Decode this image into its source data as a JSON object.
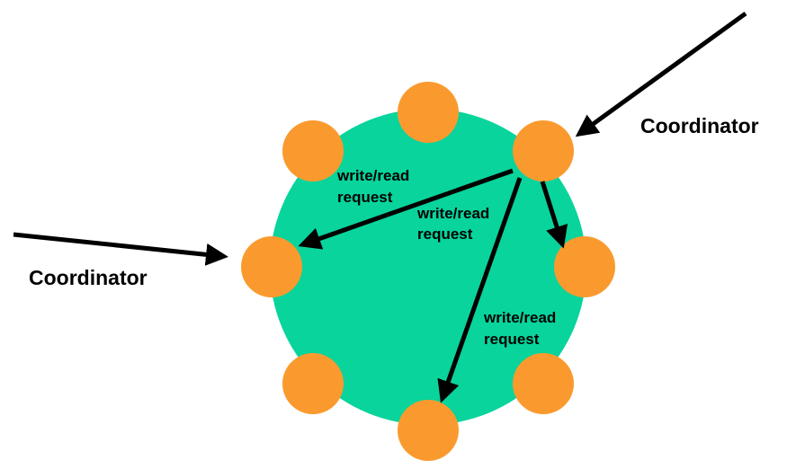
{
  "colors": {
    "ring": "#08D49C",
    "node": "#FA9A2E",
    "arrow": "#000000",
    "text": "#000000"
  },
  "labels": {
    "coordinator_right": "Coordinator",
    "coordinator_left": "Coordinator",
    "request_label": [
      "write/read",
      "request"
    ]
  },
  "ring": {
    "node_count": 8
  }
}
